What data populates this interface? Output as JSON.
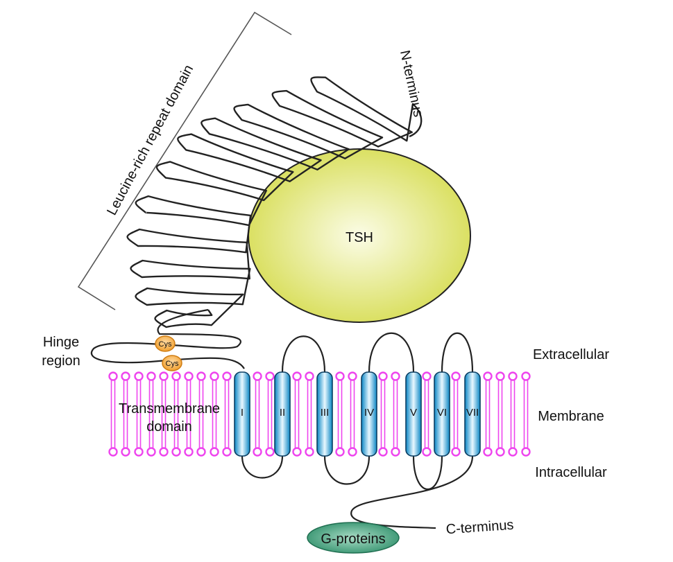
{
  "labels": {
    "leucine_domain": "Leucine-rich repeat domain",
    "n_terminus": "N-terminus",
    "tsh": "TSH",
    "hinge_line1": "Hinge",
    "hinge_line2": "region",
    "cys_upper": "Cys",
    "cys_lower": "Cys",
    "transmembrane_line1": "Transmembrane",
    "transmembrane_line2": "domain",
    "extracellular": "Extracellular",
    "membrane": "Membrane",
    "intracellular": "Intracellular",
    "c_terminus": "C-terminus",
    "g_proteins": "G-proteins"
  },
  "helices": [
    "I",
    "II",
    "III",
    "IV",
    "V",
    "VI",
    "VII"
  ],
  "colors": {
    "lipid": "#ee44ee",
    "helix_edge": "#0a86c4",
    "helix_center": "#e9f8ff",
    "tsh_center": "#fbfce6",
    "tsh_edge": "#d7dd55",
    "cys": "#f0a030",
    "g_protein": "#2f8f6a"
  }
}
